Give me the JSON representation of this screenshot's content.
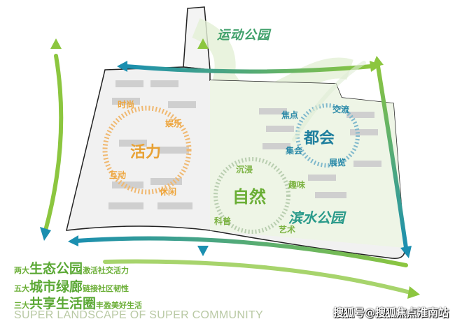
{
  "parks": {
    "sports": "运动公园",
    "waterfront": "滨水公园"
  },
  "zones": [
    {
      "title": "活力",
      "tags": [
        "时尚",
        "娱乐",
        "互动",
        "休闲"
      ],
      "color": "#eea53c"
    },
    {
      "title": "都会",
      "tags": [
        "焦点",
        "交流",
        "集会",
        "展览"
      ],
      "color": "#2b8aa8"
    },
    {
      "title": "自然",
      "tags": [
        "沉浸",
        "趣味",
        "科普",
        "艺术"
      ],
      "color": "#7bb241"
    }
  ],
  "slogans": [
    {
      "prefix": "两大",
      "highlight": "生态公园",
      "suffix": "激活社交活力"
    },
    {
      "prefix": "五大",
      "highlight": "城市绿廊",
      "suffix": "链接社区韧性"
    },
    {
      "prefix": "三大",
      "highlight": "共享生活圈",
      "suffix": "丰盈美好生活"
    }
  ],
  "english_title": "SUPER LANDSCAPE OF SUPER COMMUNITY",
  "watermark": "搜狐号@搜狐焦点淮南站",
  "colors": {
    "green": "#7bb241",
    "blue": "#2b8aa8",
    "orange": "#eea53c"
  }
}
